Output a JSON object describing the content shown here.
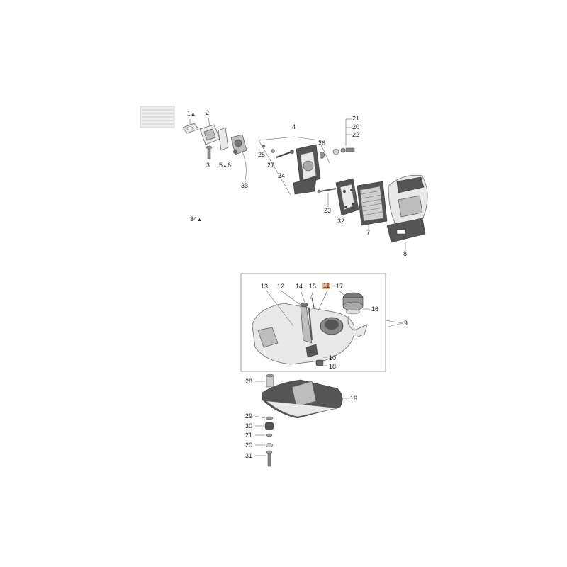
{
  "labels": {
    "p1": "1",
    "p2": "2",
    "p3": "3",
    "p4": "4",
    "p5": "5",
    "p6": "6",
    "p7": "7",
    "p8": "8",
    "p9": "9",
    "p10": "10",
    "p11": "11",
    "p12": "12",
    "p13": "13",
    "p14": "14",
    "p15": "15",
    "p16": "16",
    "p17": "17",
    "p18": "18",
    "p19": "19",
    "p20a": "20",
    "p20b": "20",
    "p21a": "21",
    "p21b": "21",
    "p22": "22",
    "p23": "23",
    "p24": "24",
    "p25": "25",
    "p26": "26",
    "p27": "27",
    "p28": "28",
    "p29": "29",
    "p30": "30",
    "p31": "31",
    "p32": "32",
    "p33": "33",
    "p34": "34"
  },
  "marker_symbol": "▲",
  "highlight_color": "#f4b183"
}
